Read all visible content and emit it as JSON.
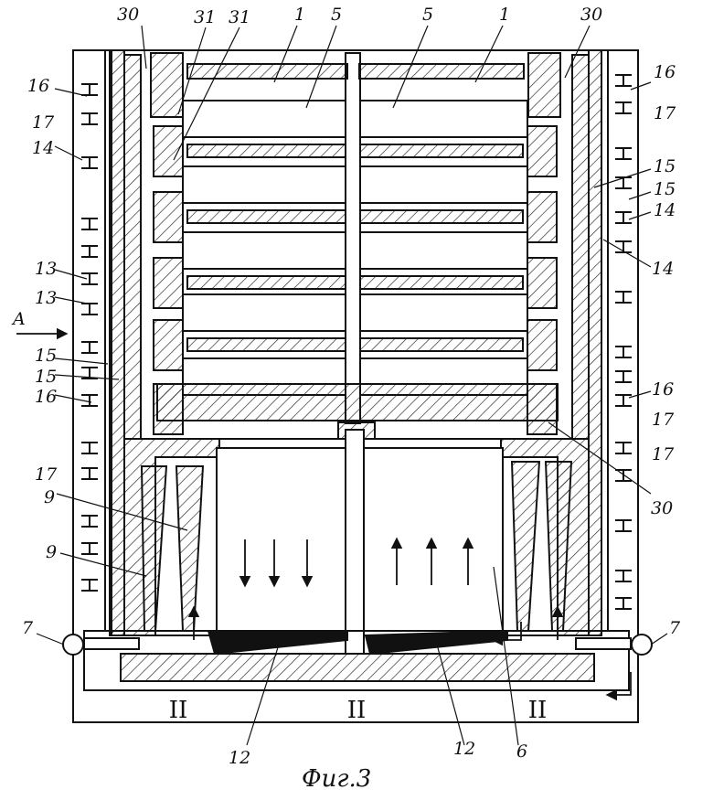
{
  "diagram": {
    "caption": "Фиг.3",
    "view_marker": "A",
    "labels": {
      "l30a": "30",
      "l31a": "31",
      "l31b": "31",
      "l1a": "1",
      "l5a": "5",
      "l5b": "5",
      "l1b": "1",
      "l30b": "30",
      "l16a": "16",
      "l17a": "17",
      "l14a": "14",
      "l13a": "13",
      "l13b": "13",
      "l15a": "15",
      "l15b": "15",
      "l16b": "16",
      "l17b": "17",
      "l9a": "9",
      "l9b": "9",
      "l7a": "7",
      "l16c": "16",
      "l17c": "17",
      "l15c": "15",
      "l15d": "15",
      "l14b": "14",
      "l14c": "14",
      "l16d": "16",
      "l17d": "17",
      "l17e": "17",
      "l30c": "30",
      "l7b": "7",
      "l12a": "12",
      "l12b": "12",
      "l6": "6"
    },
    "base_marks": [
      "II",
      "II",
      "II"
    ]
  }
}
